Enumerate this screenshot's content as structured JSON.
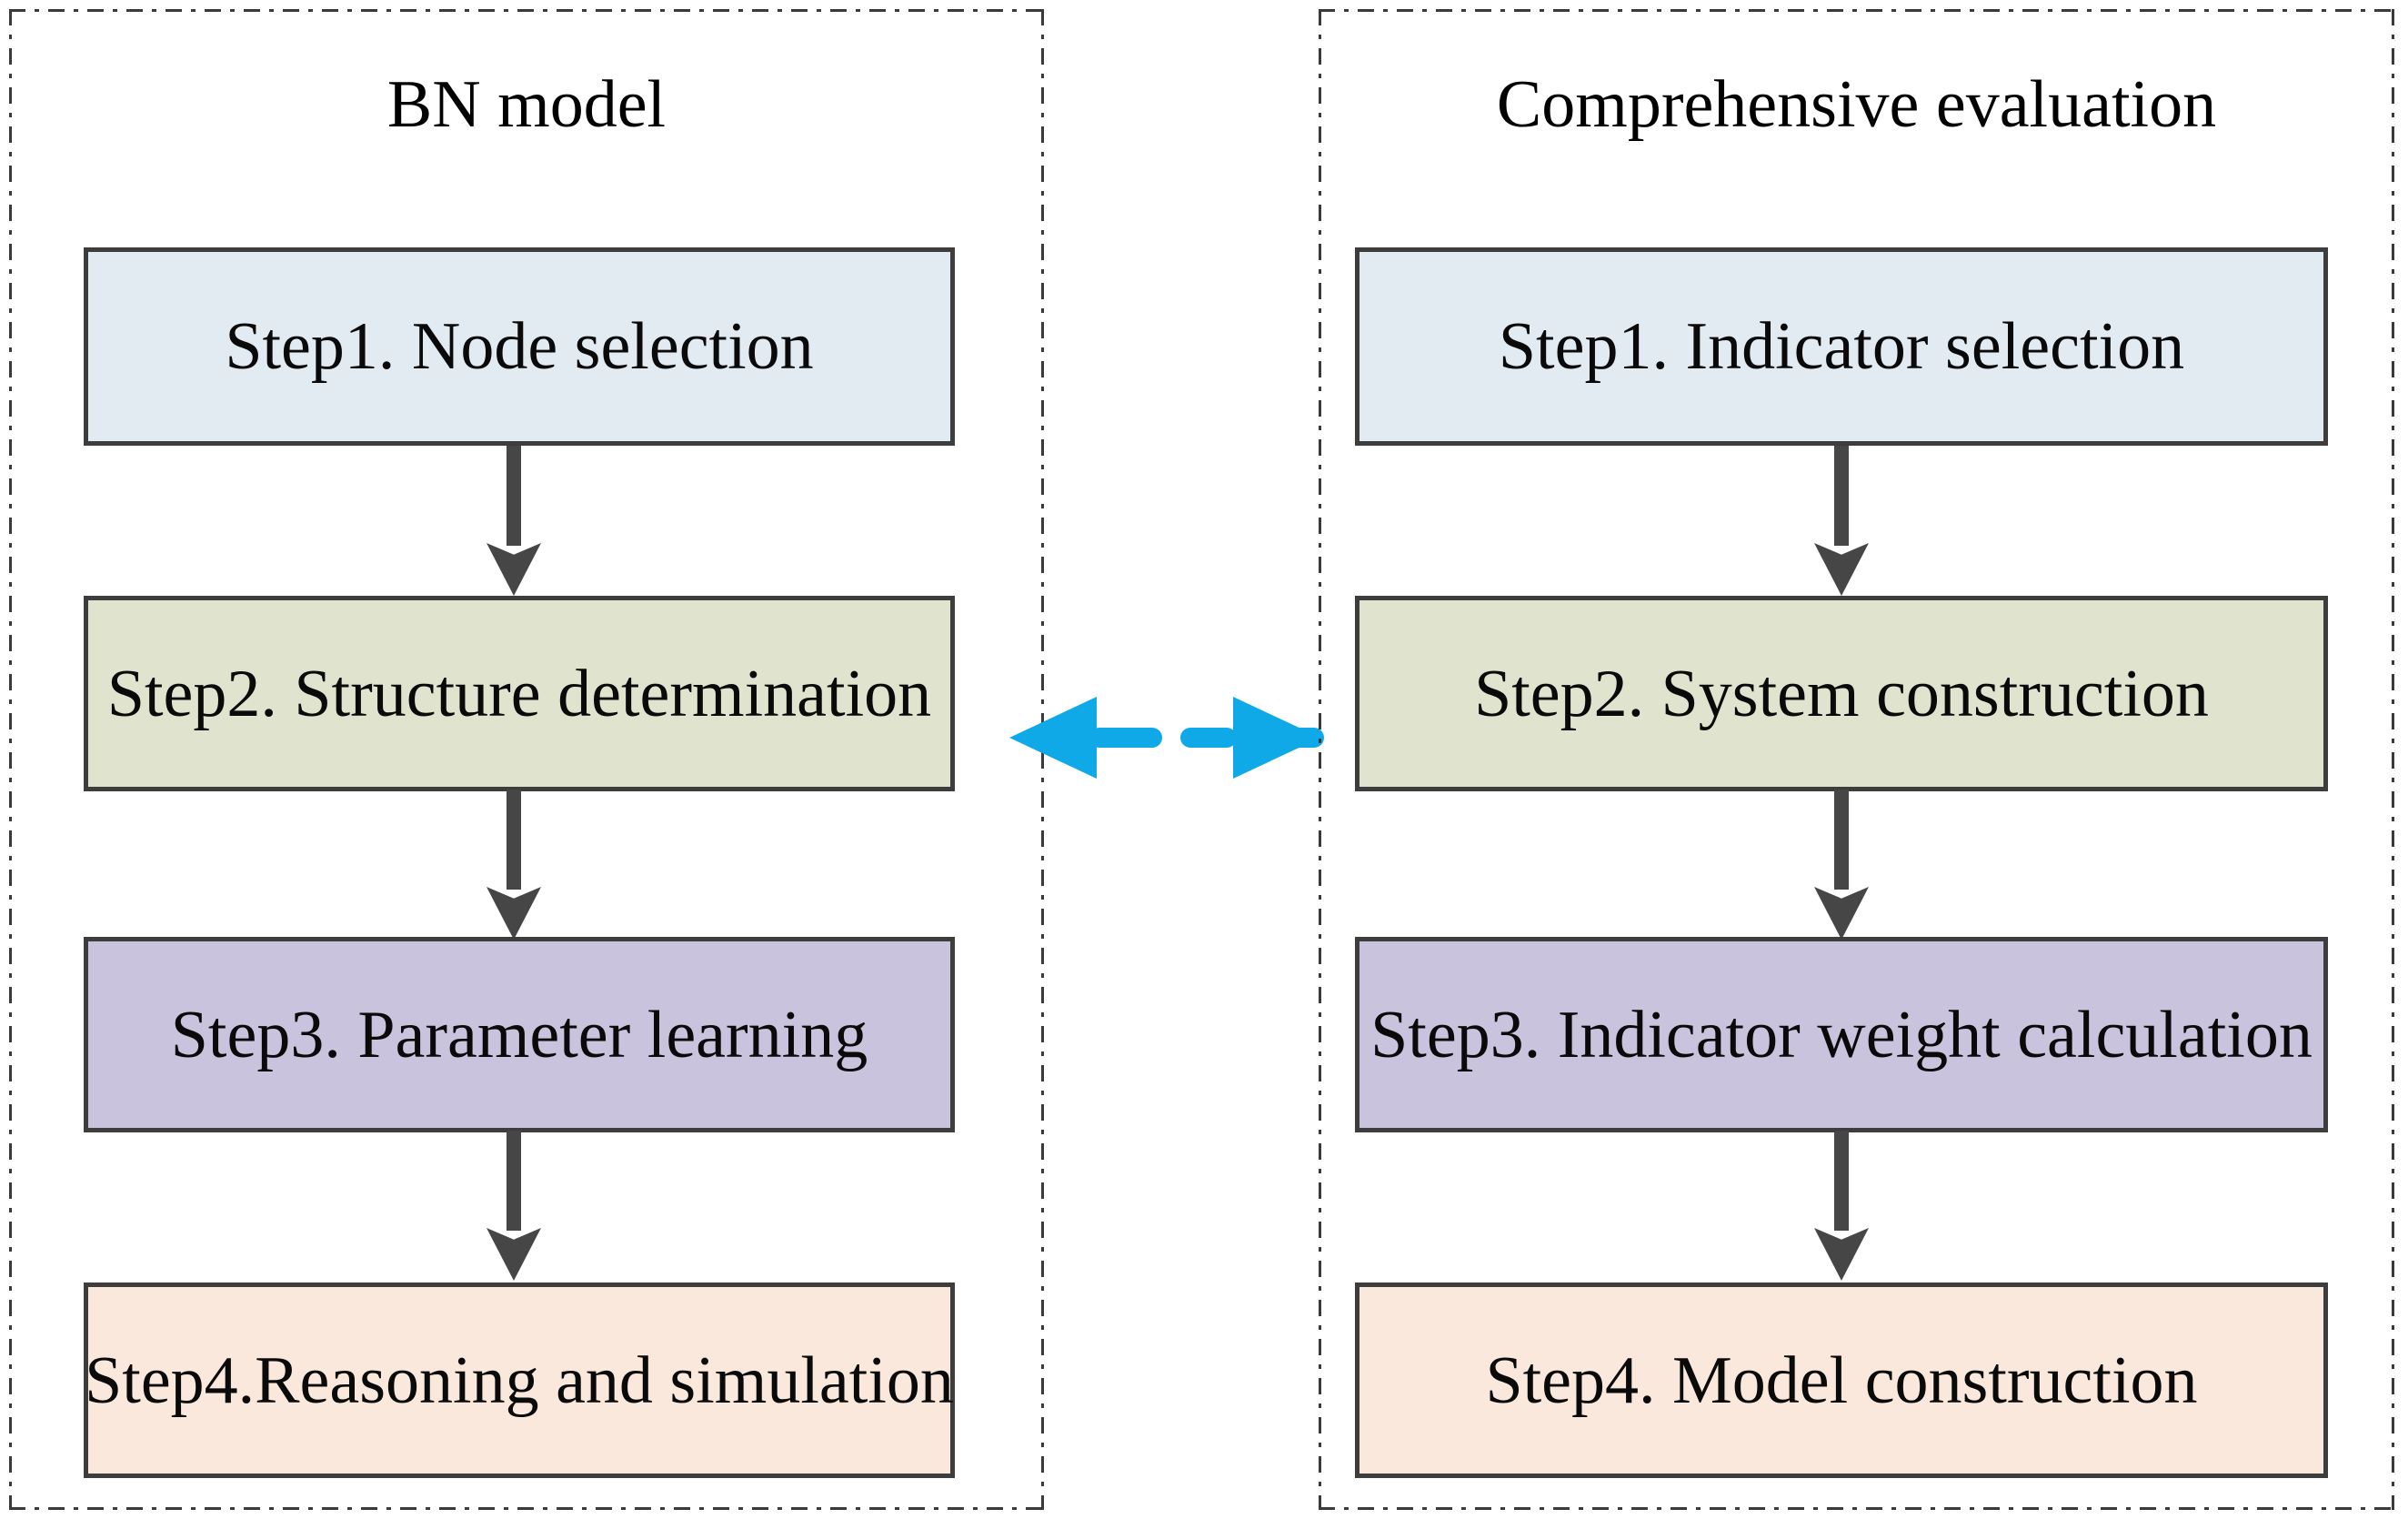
{
  "figure": {
    "title": "Flowchart: BN model and Comprehensive evaluation",
    "background": "#ffffff",
    "panel_border_color": "#3a3a3a",
    "box_border_color": "#3d3d3d",
    "arrow_color": "#464646",
    "link_arrow_color": "#10a9e8"
  },
  "panels": [
    {
      "id": "bn-model",
      "title": "BN model",
      "steps": [
        {
          "label": "Step1. Node selection",
          "fill": "#e2eaf2"
        },
        {
          "label": "Step2. Structure determination",
          "fill": "#e0e4cf"
        },
        {
          "label": "Step3. Parameter learning",
          "fill": "#c9c3dd"
        },
        {
          "label": "Step4.Reasoning and simulation",
          "fill": "#fae8dc"
        }
      ]
    },
    {
      "id": "comprehensive-evaluation",
      "title": "Comprehensive evaluation",
      "steps": [
        {
          "label": "Step1. Indicator selection",
          "fill": "#e2eaf2"
        },
        {
          "label": "Step2. System construction",
          "fill": "#e0e4cf"
        },
        {
          "label": "Step3. Indicator weight calculation",
          "fill": "#c9c3dd"
        },
        {
          "label": "Step4. Model construction",
          "fill": "#fae8dc"
        }
      ]
    }
  ],
  "link": {
    "name": "bidirectional-dashed-link",
    "color": "#10a9e8",
    "direction": "both"
  }
}
